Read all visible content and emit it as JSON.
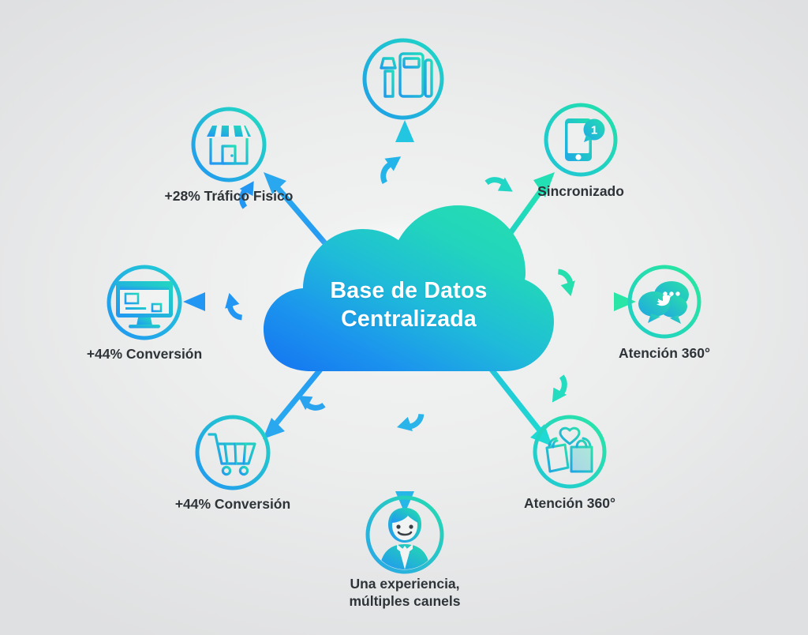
{
  "diagram": {
    "title": "Base de Datos Centralizada",
    "center": {
      "label_line1": "Base de Datos",
      "label_line2": "Centralizada",
      "shape": "cloud",
      "gradient_from": "#1f8bf5",
      "gradient_to": "#24d6b0"
    },
    "background_color": "#e9eaeb",
    "text_color": "#2e3338",
    "nodes": [
      {
        "id": "pos",
        "label": "",
        "icon": "pos-terminal-icon",
        "position": "top",
        "ring_from": "#25a8e8",
        "ring_to": "#1fd9c0"
      },
      {
        "id": "sincronizado",
        "label": "Sincronizado",
        "icon": "smartphone-notification-icon",
        "position": "top-right",
        "ring_from": "#24c8d8",
        "ring_to": "#22e0a8"
      },
      {
        "id": "atencion-360-social",
        "label": "Atención 360°",
        "icon": "chat-bubbles-icon",
        "position": "right",
        "ring_from": "#1fd3c8",
        "ring_to": "#2ae8a0"
      },
      {
        "id": "atencion-360-bolsas",
        "label": "Atención 360°",
        "icon": "shopping-bags-icon",
        "position": "bottom-right",
        "ring_from": "#1fc9d4",
        "ring_to": "#2ae4a4"
      },
      {
        "id": "experiencia-omnicanal",
        "label": "Una experiencia,\nmúltiples caınels",
        "icon": "support-agent-icon",
        "position": "bottom",
        "ring_from": "#2aa7ea",
        "ring_to": "#25dcb4"
      },
      {
        "id": "conversion-carrito",
        "label": "+44% Conversión",
        "icon": "shopping-cart-icon",
        "position": "bottom-left",
        "ring_from": "#2196f3",
        "ring_to": "#23d6c6"
      },
      {
        "id": "conversion-web",
        "label": "+44% Conversión",
        "icon": "desktop-ecommerce-icon",
        "position": "left",
        "ring_from": "#2196f3",
        "ring_to": "#22cfd0"
      },
      {
        "id": "trafico-fisico",
        "label": "+28% Tráfico Fisico",
        "icon": "storefront-icon",
        "position": "top-left",
        "ring_from": "#2196f3",
        "ring_to": "#22ddc2"
      }
    ],
    "spokes": [
      {
        "from": "center",
        "to": "pos",
        "direction": "outward",
        "color_from": "#1f9ae8",
        "color_to": "#23c8dd"
      },
      {
        "from": "center",
        "to": "sincronizado",
        "direction": "outward",
        "color_from": "#1fcbc8",
        "color_to": "#22e0b0"
      },
      {
        "from": "center",
        "to": "atencion-360-social",
        "direction": "outward",
        "color_from": "#1fd0cc",
        "color_to": "#28e6a6"
      },
      {
        "from": "center",
        "to": "atencion-360-bolsas",
        "direction": "outward",
        "color_from": "#23c6d8",
        "color_to": "#22ded0"
      },
      {
        "from": "center",
        "to": "experiencia-omnicanal",
        "direction": "outward",
        "color_from": "#2aa2ea",
        "color_to": "#27b8e6"
      },
      {
        "from": "center",
        "to": "conversion-carrito",
        "direction": "outward",
        "color_from": "#2196f3",
        "color_to": "#2aa8ee"
      },
      {
        "from": "center",
        "to": "conversion-web",
        "direction": "outward",
        "color_from": "#2196f3",
        "color_to": "#2196f3"
      },
      {
        "from": "center",
        "to": "trafico-fisico",
        "direction": "outward",
        "color_from": "#2196f3",
        "color_to": "#2aa6ef"
      }
    ],
    "rotation_arrows_count": 8,
    "rotation_direction": "clockwise"
  }
}
